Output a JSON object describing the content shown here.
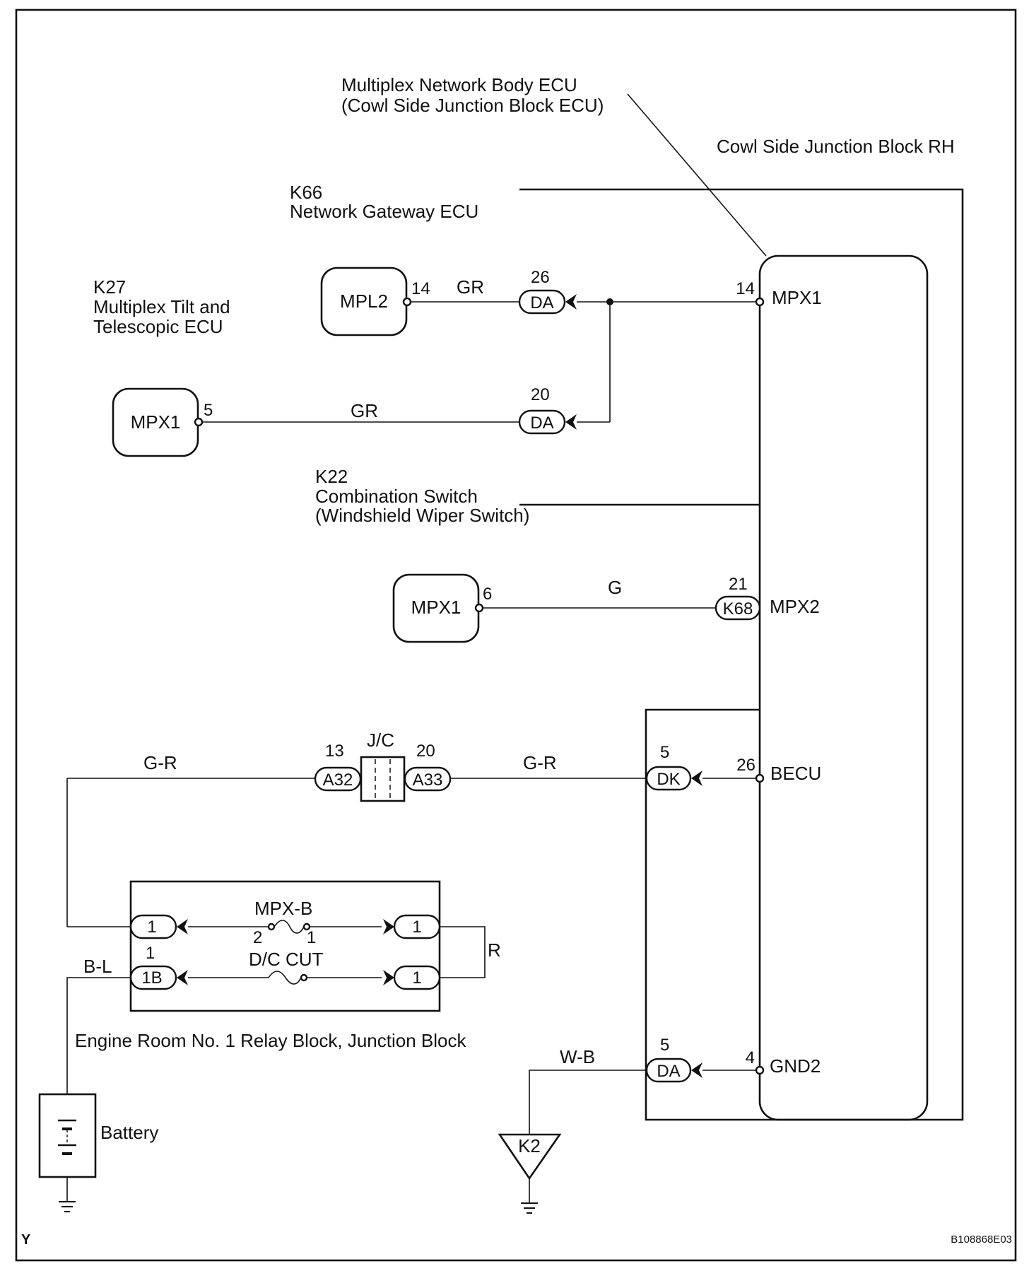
{
  "labels": {
    "body_ecu_line1": "Multiplex Network Body ECU",
    "body_ecu_line2": "(Cowl Side Junction Block ECU)",
    "cowl_rh": "Cowl Side Junction Block RH",
    "k66_code": "K66",
    "k66_name": "Network Gateway ECU",
    "k27_code": "K27",
    "k27_name1": "Multiplex Tilt and",
    "k27_name2": "Telescopic ECU",
    "k22_code": "K22",
    "k22_name1": "Combination Switch",
    "k22_name2": "(Windshield Wiper Switch)",
    "jc": "J/C",
    "engine_room": "Engine Room No. 1 Relay Block, Junction Block",
    "battery": "Battery",
    "corner_mark": "Y",
    "figure_id": "B108868E03"
  },
  "components": {
    "mpl2": "MPL2",
    "k27_mpx1": "MPX1",
    "k22_mpx1": "MPX1",
    "ground_k2": "K2"
  },
  "ecu_terminals": {
    "mpx1": {
      "name": "MPX1",
      "pin": "14"
    },
    "mpx2": {
      "name": "MPX2",
      "pin": "21"
    },
    "becu": {
      "name": "BECU",
      "pin": "26"
    },
    "gnd2": {
      "name": "GND2",
      "pin": "4"
    }
  },
  "connectors": {
    "da26": {
      "code": "DA",
      "pin": "26"
    },
    "da20": {
      "code": "DA",
      "pin": "20"
    },
    "k68": {
      "code": "K68"
    },
    "dk5": {
      "code": "DK",
      "pin": "5"
    },
    "da5": {
      "code": "DA",
      "pin": "5"
    },
    "a32": {
      "code": "A32",
      "pin": "13"
    },
    "a33": {
      "code": "A33",
      "pin": "20"
    },
    "relay_left_top": {
      "code": "1"
    },
    "relay_left_bottom": {
      "code": "1B",
      "pin": "1"
    },
    "relay_right_top": {
      "code": "1"
    },
    "relay_right_bottom": {
      "code": "1"
    }
  },
  "pins": {
    "mpl2": "14",
    "k27_mpx1": "5",
    "k22_mpx1": "6",
    "mpx_b_left": "2",
    "mpx_b_right": "1"
  },
  "wires": {
    "mpl2_to_da26": "GR",
    "k27_to_da20": "GR",
    "k22_to_k68": "G",
    "a32_to_relay": "G-R",
    "a33_to_dk": "G-R",
    "relay_bridge": "R",
    "battery_feed": "B-L",
    "ground_wire": "W-B"
  },
  "fuses": {
    "mpx_b": "MPX-B",
    "dc_cut": "D/C CUT"
  }
}
